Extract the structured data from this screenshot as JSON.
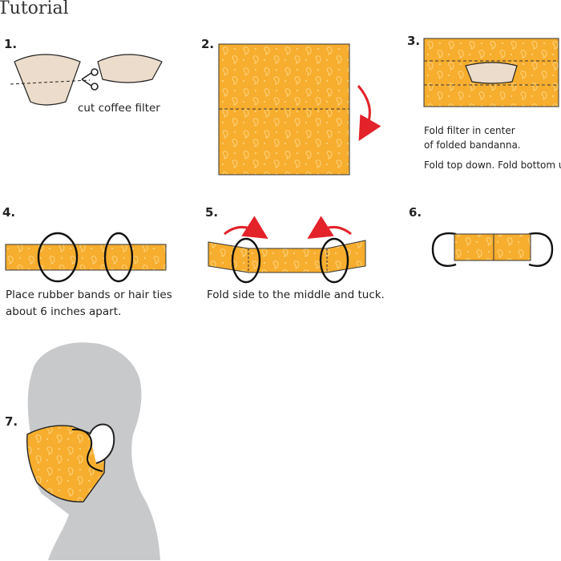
{
  "title": "Tutorial",
  "colors": {
    "fabric": "#f7ad2d",
    "fabric_pattern": "#fbd27e",
    "filter": "#ecdccb",
    "arrow": "#e3222a",
    "silhouette": "#c8c9cb",
    "outline": "#111111"
  },
  "steps": [
    {
      "number": "1.",
      "caption_lines": [
        "cut coffee filter"
      ],
      "icon": "scissors-icon"
    },
    {
      "number": "2.",
      "caption_lines": [],
      "icon": "fold-arrow-icon"
    },
    {
      "number": "3.",
      "caption_lines": [
        "Fold filter in center",
        "of folded bandanna.",
        "Fold top down. Fold bottom up."
      ]
    },
    {
      "number": "4.",
      "caption_lines": [
        "Place rubber bands or hair ties",
        "about 6 inches apart."
      ]
    },
    {
      "number": "5.",
      "caption_lines": [
        "Fold side to the middle and tuck."
      ],
      "icon": "fold-arrow-icon"
    },
    {
      "number": "6.",
      "caption_lines": []
    },
    {
      "number": "7.",
      "caption_lines": []
    }
  ]
}
